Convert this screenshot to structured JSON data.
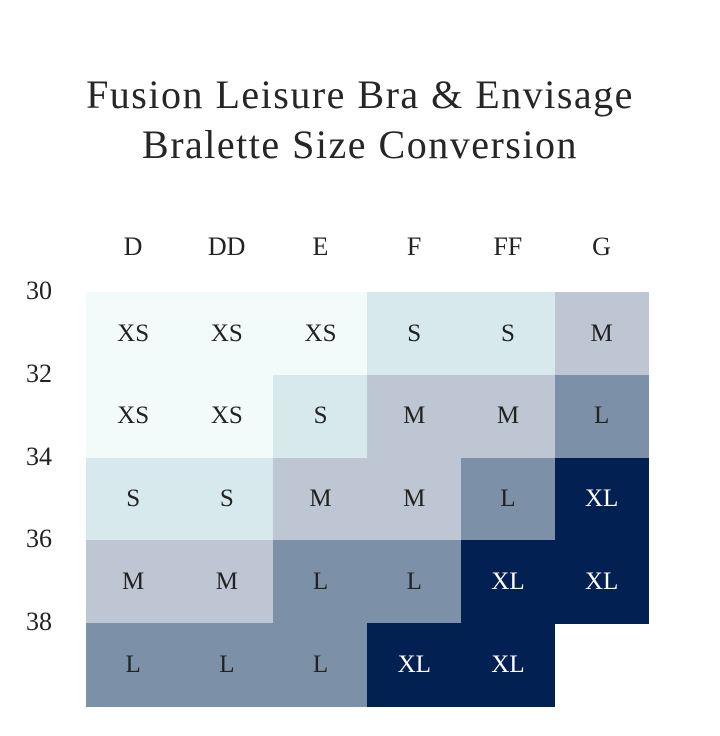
{
  "title_lines": [
    "Fusion Leisure Bra & Envisage",
    "Bralette Size Conversion"
  ],
  "chart_data": {
    "type": "table",
    "title": "Fusion Leisure Bra & Envisage Bralette Size Conversion",
    "columns": [
      "D",
      "DD",
      "E",
      "F",
      "FF",
      "G"
    ],
    "rows": [
      "30",
      "32",
      "34",
      "36",
      "38"
    ],
    "cells": [
      [
        "XS",
        "XS",
        "XS",
        "S",
        "S",
        "M"
      ],
      [
        "XS",
        "XS",
        "S",
        "M",
        "M",
        "L"
      ],
      [
        "S",
        "S",
        "M",
        "M",
        "L",
        "XL"
      ],
      [
        "M",
        "M",
        "L",
        "L",
        "XL",
        "XL"
      ],
      [
        "L",
        "L",
        "L",
        "XL",
        "XL",
        ""
      ]
    ],
    "colors": {
      "XS": "#f3fafa",
      "S": "#d7e9ed",
      "M": "#bec5d3",
      "L": "#7c91a8",
      "XL": "#022152"
    },
    "text_colors": {
      "XS": "#222222",
      "S": "#222222",
      "M": "#222222",
      "L": "#222222",
      "XL": "#ffffff"
    }
  }
}
